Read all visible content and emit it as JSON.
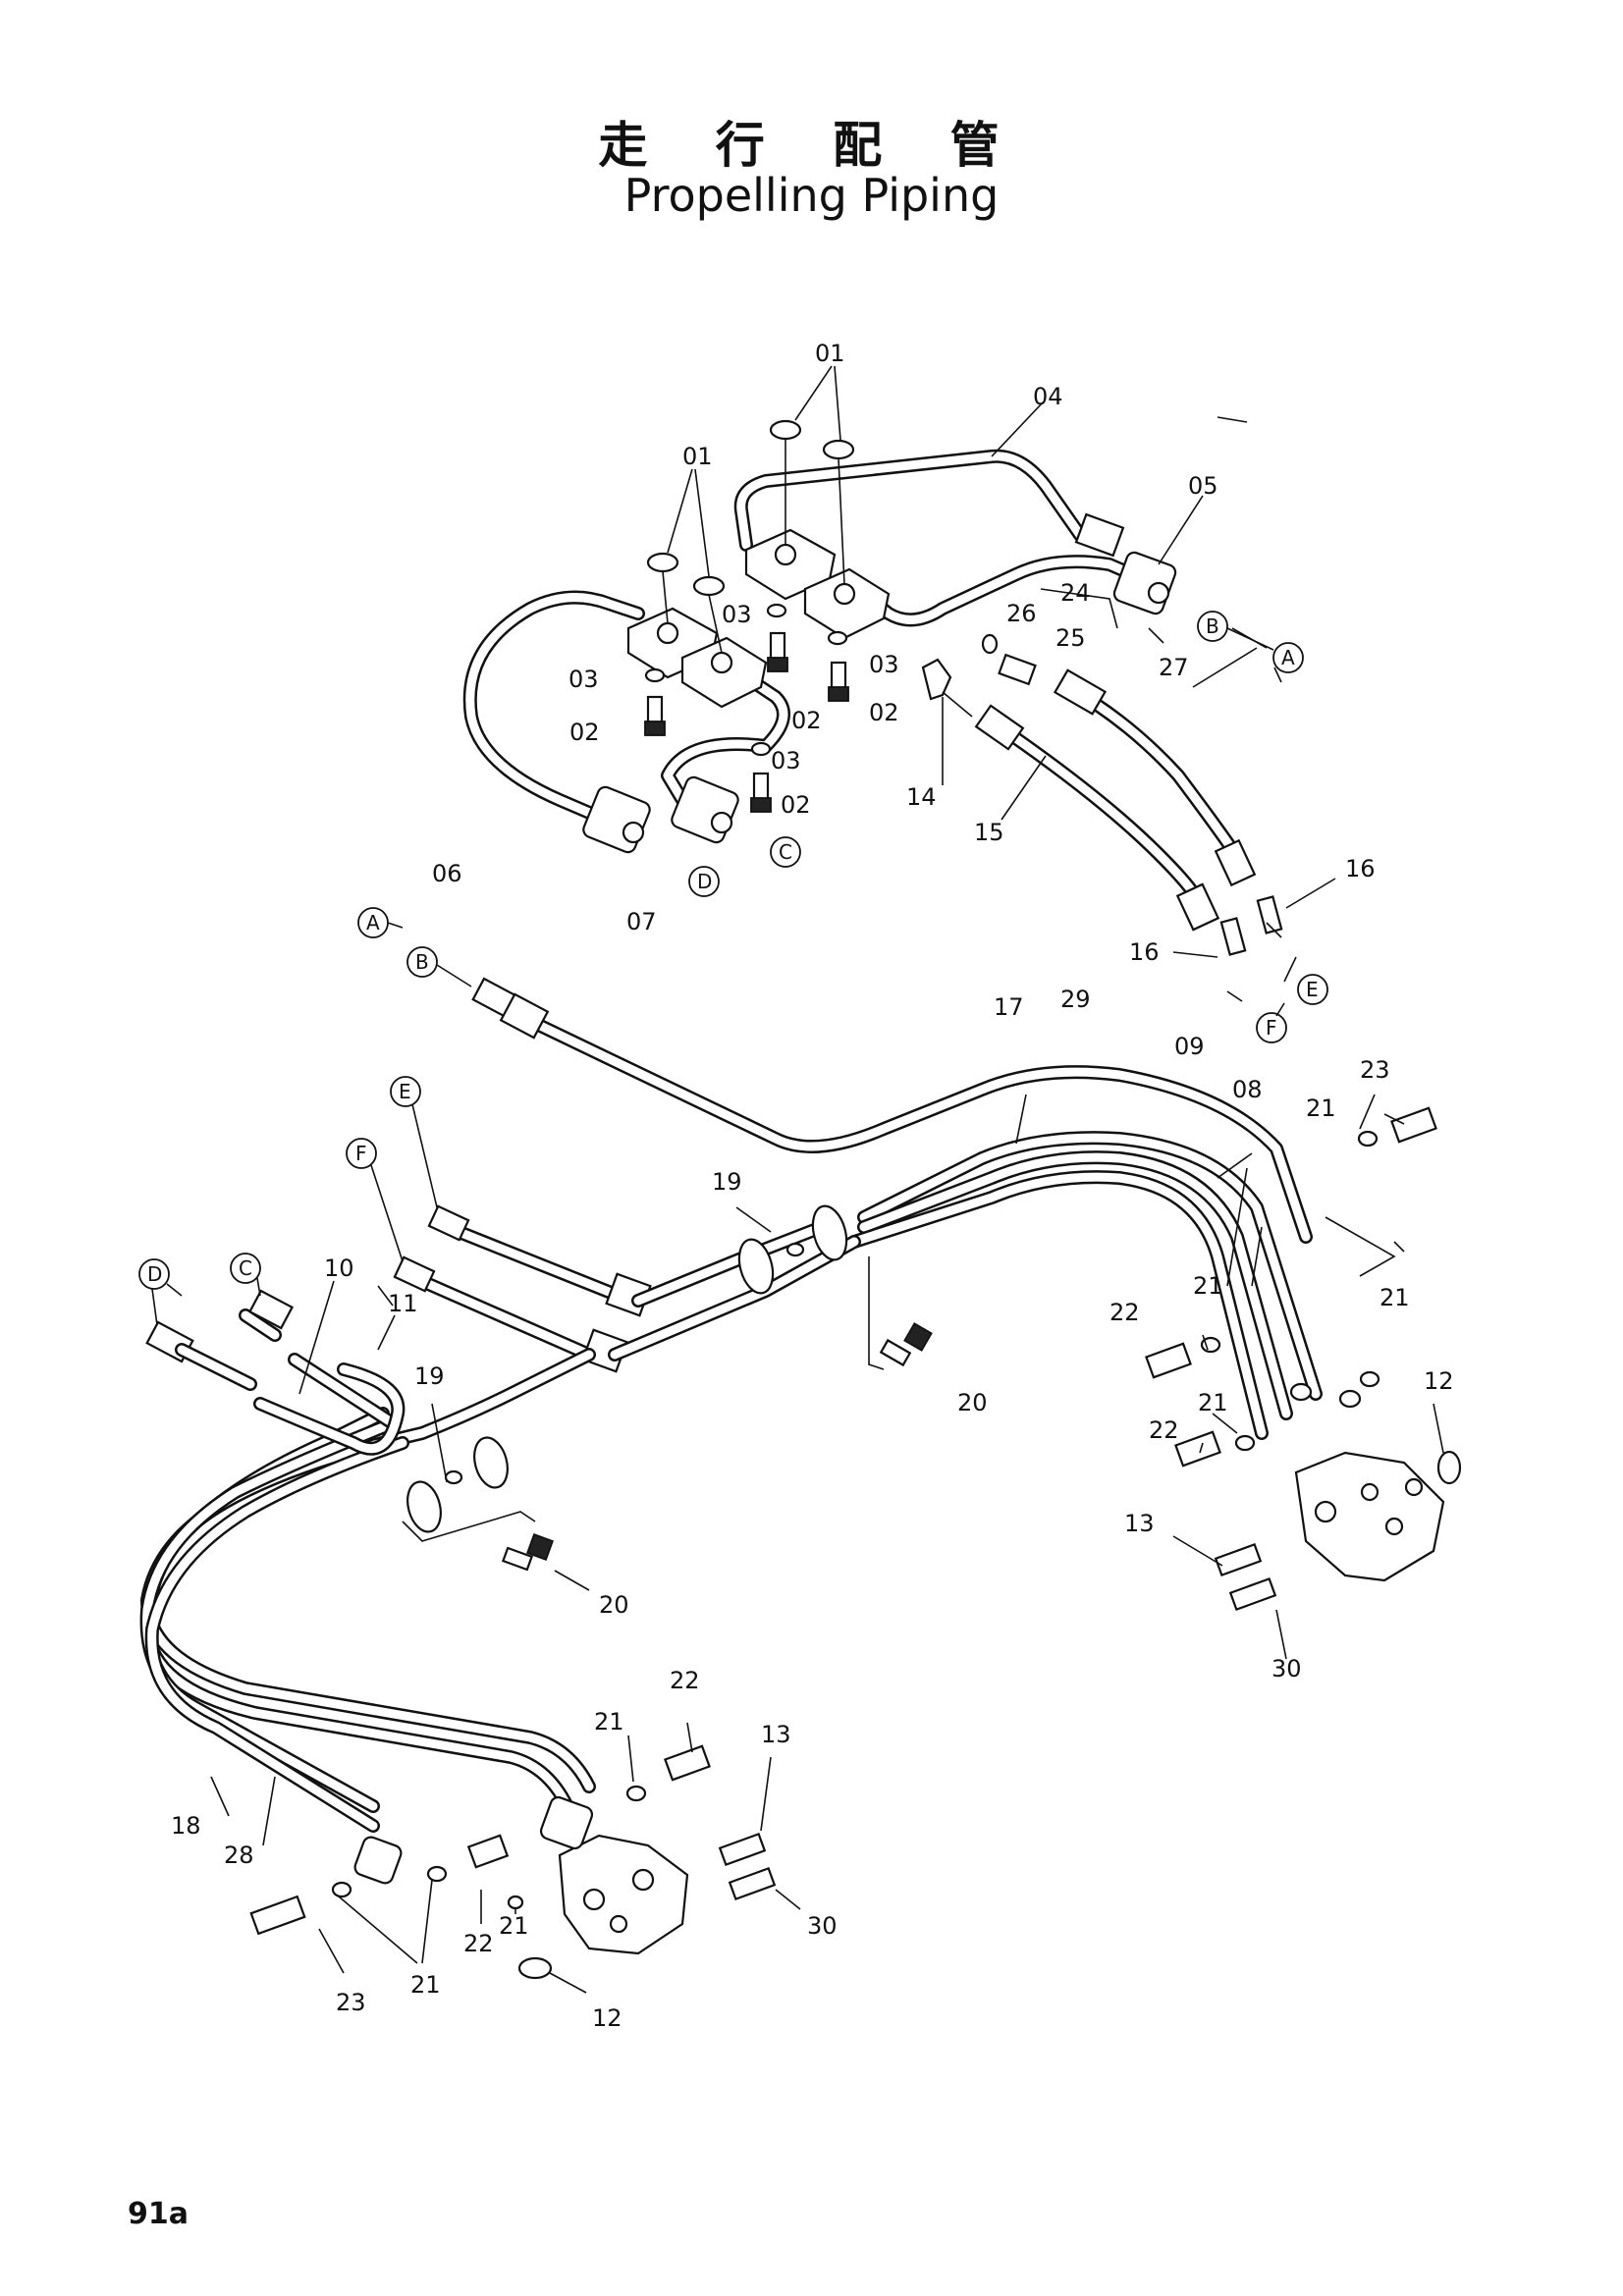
{
  "header": {
    "title_jp": "走 行 配 管",
    "title_en": "Propelling Piping"
  },
  "footer": {
    "page_number": "91a"
  },
  "part_labels": [
    {
      "id": "p01a",
      "text": "01"
    },
    {
      "id": "p01b",
      "text": "01"
    },
    {
      "id": "p04",
      "text": "04"
    },
    {
      "id": "p05",
      "text": "05"
    },
    {
      "id": "p03a",
      "text": "03"
    },
    {
      "id": "p03b",
      "text": "03"
    },
    {
      "id": "p03c",
      "text": "03"
    },
    {
      "id": "p03d",
      "text": "03"
    },
    {
      "id": "p02a",
      "text": "02"
    },
    {
      "id": "p02b",
      "text": "02"
    },
    {
      "id": "p02c",
      "text": "02"
    },
    {
      "id": "p02d",
      "text": "02"
    },
    {
      "id": "p24",
      "text": "24"
    },
    {
      "id": "p25",
      "text": "25"
    },
    {
      "id": "p26",
      "text": "26"
    },
    {
      "id": "p27",
      "text": "27"
    },
    {
      "id": "p14",
      "text": "14"
    },
    {
      "id": "p15",
      "text": "15"
    },
    {
      "id": "p06",
      "text": "06"
    },
    {
      "id": "p07",
      "text": "07"
    },
    {
      "id": "p16a",
      "text": "16"
    },
    {
      "id": "p16b",
      "text": "16"
    },
    {
      "id": "p17",
      "text": "17"
    },
    {
      "id": "p29",
      "text": "29"
    },
    {
      "id": "p09",
      "text": "09"
    },
    {
      "id": "p08",
      "text": "08"
    },
    {
      "id": "p23a",
      "text": "23"
    },
    {
      "id": "p21a",
      "text": "21"
    },
    {
      "id": "p19a",
      "text": "19"
    },
    {
      "id": "p21b",
      "text": "21"
    },
    {
      "id": "p21c",
      "text": "21"
    },
    {
      "id": "p22a",
      "text": "22"
    },
    {
      "id": "p12a",
      "text": "12"
    },
    {
      "id": "p21d",
      "text": "21"
    },
    {
      "id": "p22b",
      "text": "22"
    },
    {
      "id": "p20a",
      "text": "20"
    },
    {
      "id": "p10",
      "text": "10"
    },
    {
      "id": "p11",
      "text": "11"
    },
    {
      "id": "p19b",
      "text": "19"
    },
    {
      "id": "p13a",
      "text": "13"
    },
    {
      "id": "p30a",
      "text": "30"
    },
    {
      "id": "p20b",
      "text": "20"
    },
    {
      "id": "p22c",
      "text": "22"
    },
    {
      "id": "p21e",
      "text": "21"
    },
    {
      "id": "p13b",
      "text": "13"
    },
    {
      "id": "p18",
      "text": "18"
    },
    {
      "id": "p28",
      "text": "28"
    },
    {
      "id": "p21f",
      "text": "21"
    },
    {
      "id": "p30b",
      "text": "30"
    },
    {
      "id": "p22d",
      "text": "22"
    },
    {
      "id": "p23b",
      "text": "23"
    },
    {
      "id": "p21g",
      "text": "21"
    },
    {
      "id": "p12b",
      "text": "12"
    }
  ],
  "connection_markers": [
    {
      "id": "cB1",
      "text": "B"
    },
    {
      "id": "cA1",
      "text": "A"
    },
    {
      "id": "cC1",
      "text": "C"
    },
    {
      "id": "cD1",
      "text": "D"
    },
    {
      "id": "cE1",
      "text": "E"
    },
    {
      "id": "cF1",
      "text": "F"
    },
    {
      "id": "cA2",
      "text": "A"
    },
    {
      "id": "cB2",
      "text": "B"
    },
    {
      "id": "cE2",
      "text": "E"
    },
    {
      "id": "cF2",
      "text": "F"
    },
    {
      "id": "cD2",
      "text": "D"
    },
    {
      "id": "cC2",
      "text": "C"
    }
  ]
}
